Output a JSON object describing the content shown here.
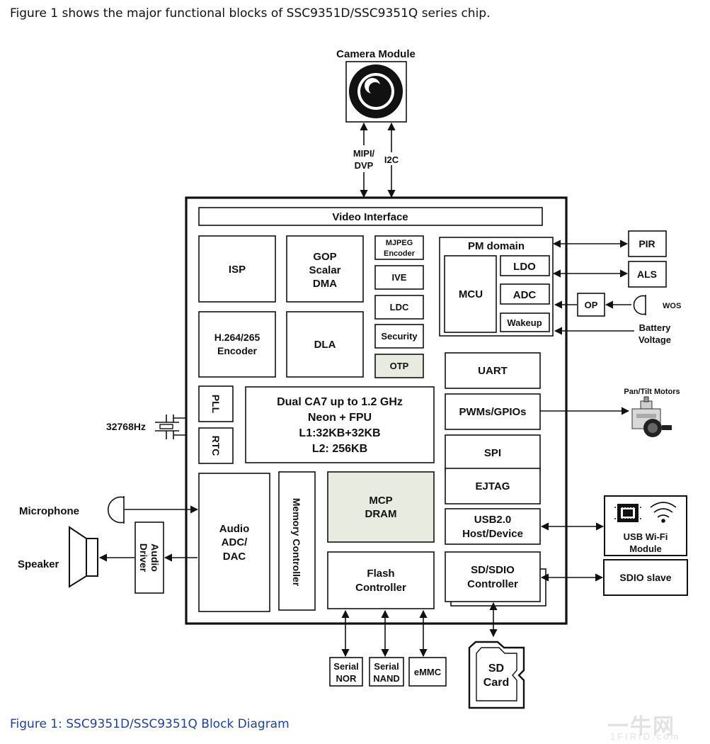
{
  "intro_text": "Figure 1 shows the major functional blocks of SSC9351D/SSC9351Q series chip.",
  "caption": "Figure 1: SSC9351D/SSC9351Q Block Diagram",
  "watermark": "一牛网",
  "watermark_sub": "1FIRID.com",
  "blocks": {
    "camera_module": "Camera Module",
    "video_interface": "Video Interface",
    "isp": "ISP",
    "gop": [
      "GOP",
      "Scalar",
      "DMA"
    ],
    "mjpeg": [
      "MJPEG",
      "Encoder"
    ],
    "ive": "IVE",
    "ldc": "LDC",
    "security": "Security",
    "otp": "OTP",
    "h264": [
      "H.264/265",
      "Encoder"
    ],
    "dla": "DLA",
    "pm_domain": "PM domain",
    "mcu": "MCU",
    "ldo": "LDO",
    "adc": "ADC",
    "wakeup": "Wakeup",
    "pll": "PLL",
    "rtc": "RTC",
    "cpu": [
      "Dual CA7 up to 1.2 GHz",
      "Neon + FPU",
      "L1:32KB+32KB",
      "L2: 256KB"
    ],
    "uart": "UART",
    "pwm": "PWMs/GPIOs",
    "spi": "SPI",
    "ejtag": "EJTAG",
    "usb": [
      "USB2.0",
      "Host/Device"
    ],
    "sdio_ctrl": [
      "SD/SDIO",
      "Controller"
    ],
    "audio": [
      "Audio",
      "ADC/",
      "DAC"
    ],
    "memory_ctrl": "Memory Controller",
    "mcp": [
      "MCP",
      "DRAM"
    ],
    "flash": [
      "Flash",
      "Controller"
    ],
    "audio_driver": [
      "Audio",
      "Driver"
    ],
    "serial_nor": [
      "Serial",
      "NOR"
    ],
    "serial_nand": [
      "Serial",
      "NAND"
    ],
    "emmc": "eMMC",
    "sd_card": [
      "SD",
      "Card"
    ],
    "pir": "PIR",
    "als": "ALS",
    "op": "OP",
    "usb_wifi": [
      "USB Wi-Fi",
      "Module"
    ],
    "sdio_slave": "SDIO slave"
  },
  "labels": {
    "mipi": [
      "MIPI/",
      "DVP"
    ],
    "i2c": "I2C",
    "wos": "WOS",
    "battery": [
      "Battery",
      "Voltage"
    ],
    "pan_tilt": "Pan/Tilt Motors",
    "crystal": "32768Hz",
    "microphone": "Microphone",
    "speaker": "Speaker"
  },
  "colors": {
    "shaded_block": "#e8ebdf",
    "caption": "#1d3fa8"
  }
}
